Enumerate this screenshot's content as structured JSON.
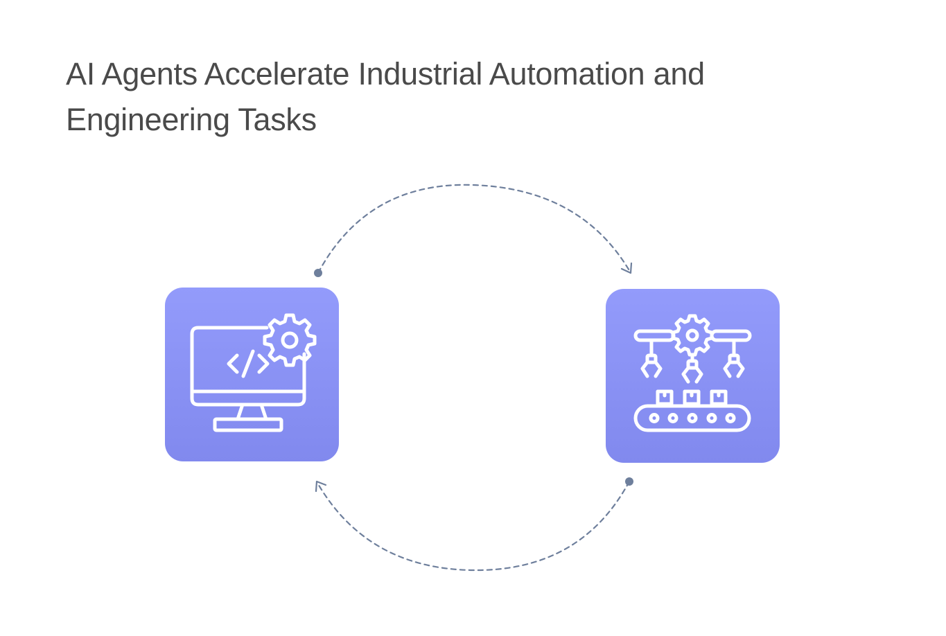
{
  "title": "AI Agents Accelerate Industrial Automation and Engineering Tasks",
  "nodes": [
    {
      "id": "software-engineering",
      "icon": "computer-code-gear-icon"
    },
    {
      "id": "industrial-automation",
      "icon": "robotic-assembly-line-icon"
    }
  ],
  "connectors": [
    {
      "from": "software-engineering",
      "to": "industrial-automation",
      "style": "dashed-arc-top"
    },
    {
      "from": "industrial-automation",
      "to": "software-engineering",
      "style": "dashed-arc-bottom"
    }
  ],
  "colors": {
    "title": "#4a4a4a",
    "tile_top": "#939bfb",
    "tile_bottom": "#8189ee",
    "icon_stroke": "#ffffff",
    "connector": "#6e7f9c"
  }
}
